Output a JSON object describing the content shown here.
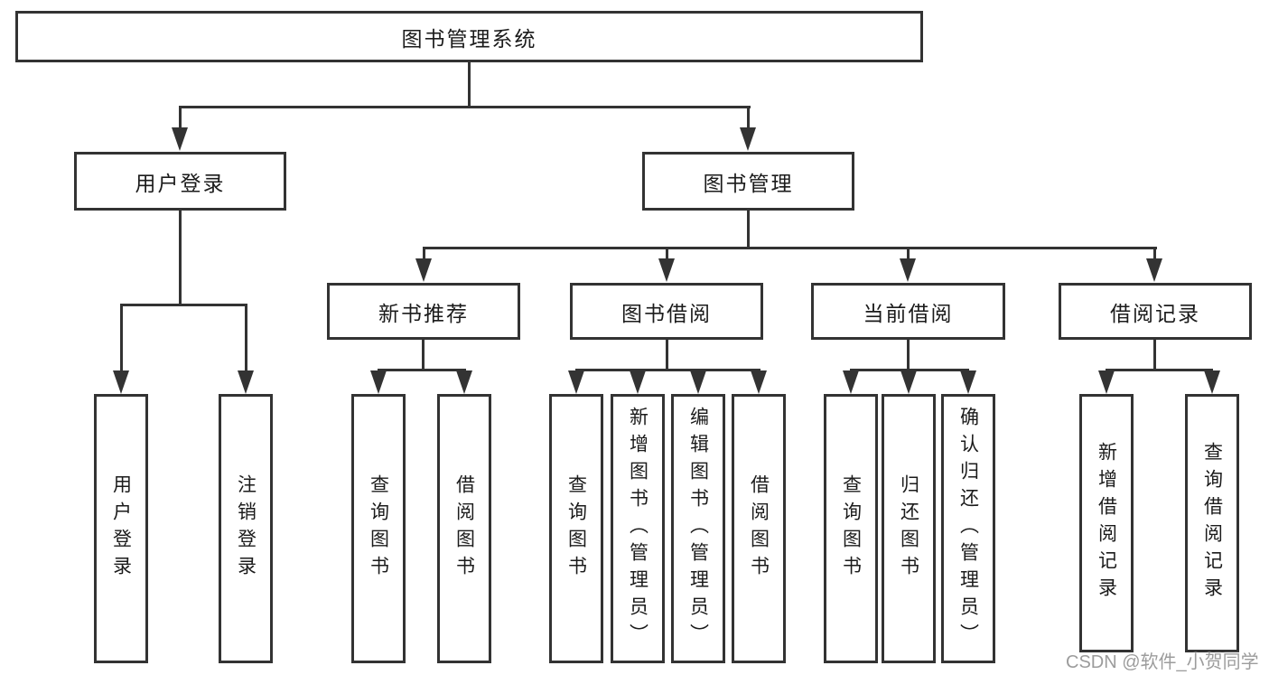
{
  "root": {
    "label": "图书管理系统"
  },
  "level1": [
    {
      "label": "用户登录"
    },
    {
      "label": "图书管理"
    }
  ],
  "level2": [
    {
      "label": "新书推荐"
    },
    {
      "label": "图书借阅"
    },
    {
      "label": "当前借阅"
    },
    {
      "label": "借阅记录"
    }
  ],
  "leaves": {
    "user_login": [
      {
        "label": "用户登录"
      },
      {
        "label": "注销登录"
      }
    ],
    "new_book": [
      {
        "label": "查询图书"
      },
      {
        "label": "借阅图书"
      }
    ],
    "book_borrow": [
      {
        "label": "查询图书"
      },
      {
        "label": "新增图书（管理员）"
      },
      {
        "label": "编辑图书（管理员）"
      },
      {
        "label": "借阅图书"
      }
    ],
    "current_borrow": [
      {
        "label": "查询图书"
      },
      {
        "label": "归还图书"
      },
      {
        "label": "确认归还（管理员）"
      }
    ],
    "borrow_record": [
      {
        "label": "新增借阅记录"
      },
      {
        "label": "查询借阅记录"
      }
    ]
  },
  "watermark": {
    "label": "CSDN @软件_小贺同学"
  },
  "colors": {
    "line": "#333333",
    "box_fill": "#ffffff",
    "text": "#1b1b1b",
    "watermark": "#9c9c9c"
  }
}
